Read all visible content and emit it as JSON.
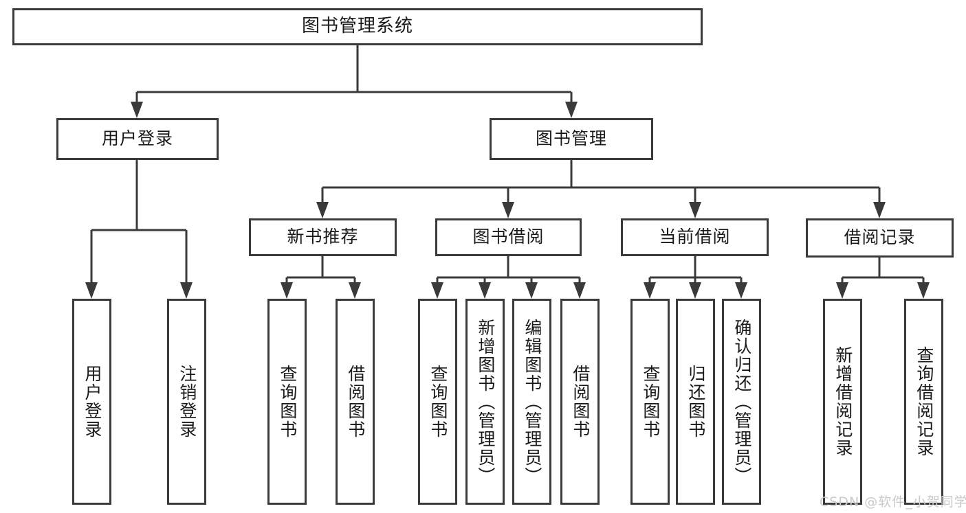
{
  "diagram": {
    "title": "图书管理系统",
    "type": "tree-hierarchy-chart",
    "watermark": "CSDN @软件_小贺同学",
    "colors": {
      "border": "#3a3a3a",
      "background": "#ffffff",
      "text": "#1a1a1a",
      "watermark": "#c9c9c9"
    },
    "root": {
      "label": "图书管理系统"
    },
    "level2": [
      {
        "id": "user-login",
        "label": "用户登录"
      },
      {
        "id": "book-manage",
        "label": "图书管理"
      }
    ],
    "level3": [
      {
        "id": "new-book-recommend",
        "label": "新书推荐"
      },
      {
        "id": "book-borrow",
        "label": "图书借阅"
      },
      {
        "id": "current-borrow",
        "label": "当前借阅"
      },
      {
        "id": "borrow-record",
        "label": "借阅记录"
      }
    ],
    "leaves": {
      "user_login": [
        {
          "id": "leaf-user-login",
          "label": "用户登录"
        },
        {
          "id": "leaf-logout-login",
          "label": "注销登录"
        }
      ],
      "new_book_recommend": [
        {
          "id": "leaf-query-book-1",
          "label": "查询图书"
        },
        {
          "id": "leaf-borrow-book-1",
          "label": "借阅图书"
        }
      ],
      "book_borrow": [
        {
          "id": "leaf-query-book-2",
          "label": "查询图书"
        },
        {
          "id": "leaf-add-book",
          "label": "新增图书（管理员）"
        },
        {
          "id": "leaf-edit-book",
          "label": "编辑图书（管理员）"
        },
        {
          "id": "leaf-borrow-book-2",
          "label": "借阅图书"
        }
      ],
      "current_borrow": [
        {
          "id": "leaf-query-book-3",
          "label": "查询图书"
        },
        {
          "id": "leaf-return-book",
          "label": "归还图书"
        },
        {
          "id": "leaf-confirm-return",
          "label": "确认归还（管理员）"
        }
      ],
      "borrow_record": [
        {
          "id": "leaf-add-record",
          "label": "新增借阅记录"
        },
        {
          "id": "leaf-query-record",
          "label": "查询借阅记录"
        }
      ]
    }
  }
}
